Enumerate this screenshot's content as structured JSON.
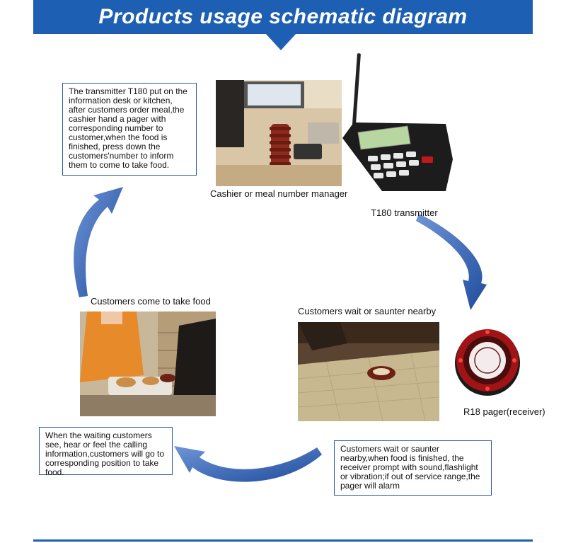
{
  "header": {
    "title": "Products usage schematic diagram"
  },
  "steps": {
    "transmitter_desc": "The transmitter T180 put on the information desk or kitchen, after customers order meal,the cashier hand a pager with corresponding number to customer,when the food is finished, press down the customers'number to inform them to come to take food.",
    "wait_desc": "Customers wait or saunter nearby,when food is finished, the receiver prompt with sound,flashlight or vibration;if out of service range,the pager will alarm",
    "take_desc": "When the waiting customers see, hear or feel the calling information,customers will go to corresponding position to take food."
  },
  "labels": {
    "cashier": "Cashier or meal number manager",
    "transmitter": "T180 transmitter",
    "customers_wait": "Customers wait or saunter nearby",
    "customers_come": "Customers come to take food",
    "pager": "R18 pager(receiver)"
  },
  "colors": {
    "accent": "#1d5fb3",
    "arrow": "#2f62b8",
    "pager_red": "#c0191b"
  },
  "icons": [
    "cycle-arrow-icon",
    "transmitter-device-icon",
    "pager-device-icon"
  ]
}
